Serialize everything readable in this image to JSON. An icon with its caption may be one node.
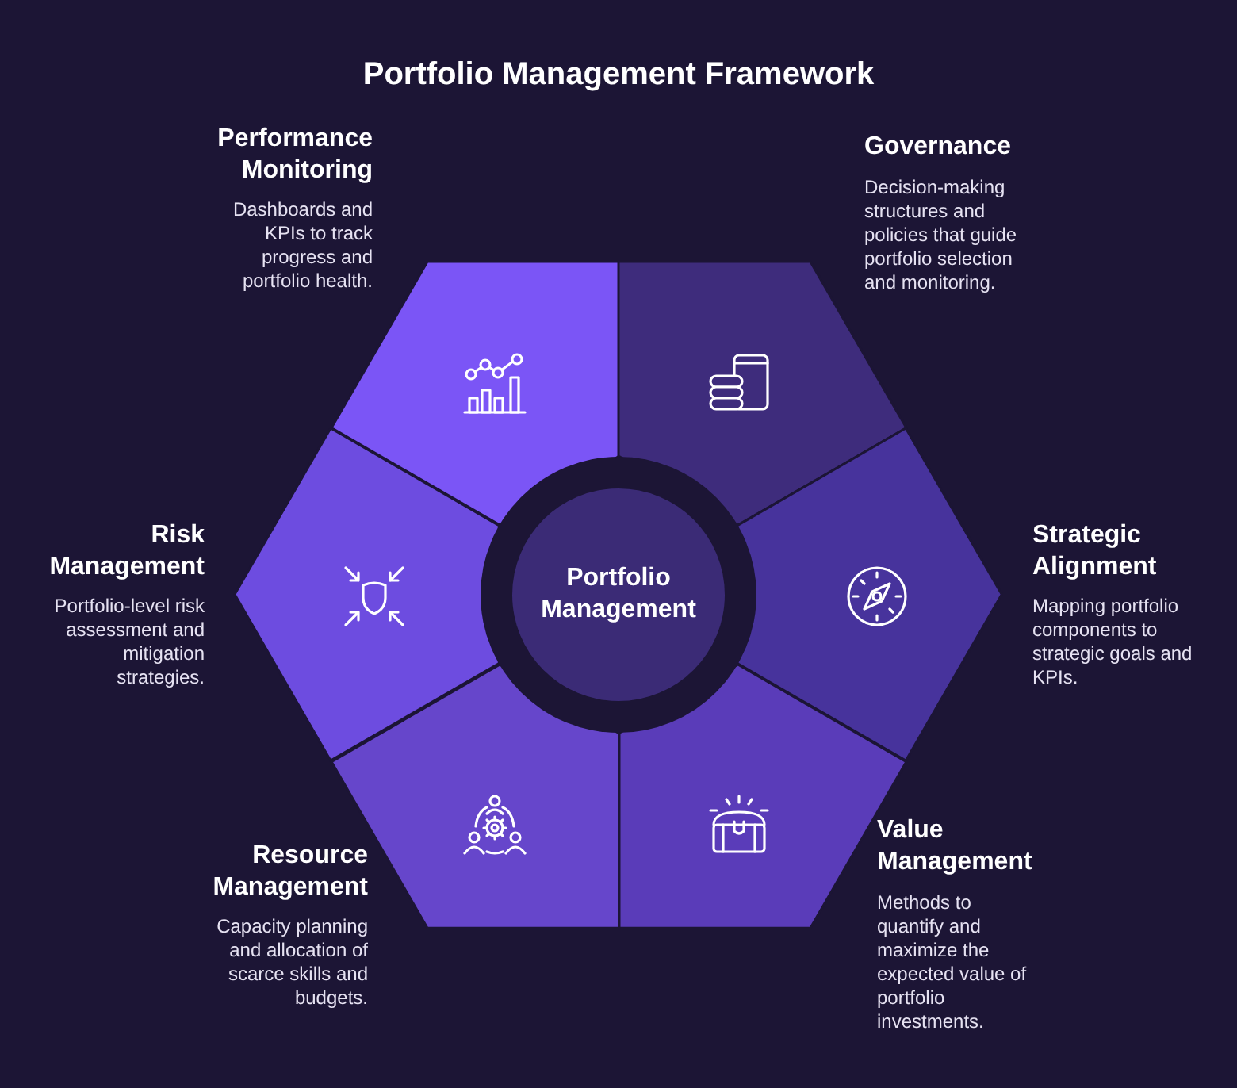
{
  "diagram": {
    "title": "Portfolio Management Framework",
    "nodes": [
      {
        "text": [
          "Performance Monitoring",
          "Dashboards and KPIs to track progress and portfolio health."
        ]
      },
      {
        "text": [
          "Governance",
          "Decision-making structures and policies that guide portfolio selection and monitoring."
        ]
      },
      {
        "text": [
          "Risk Management",
          "Portfolio-level risk assessment and mitigation strategies."
        ]
      },
      {
        "text": [
          "Portfolio Management"
        ]
      },
      {
        "text": [
          "Strategic Alignment",
          "Mapping portfolio components to strategic goals and KPIs."
        ]
      },
      {
        "text": [
          "Value Management",
          "Methods to quantify and maximize the expected value of portfolio investments."
        ]
      },
      {
        "text": [
          "Resource Management",
          "Capacity planning and allocation of scarce skills and budgets."
        ]
      }
    ]
  }
}
